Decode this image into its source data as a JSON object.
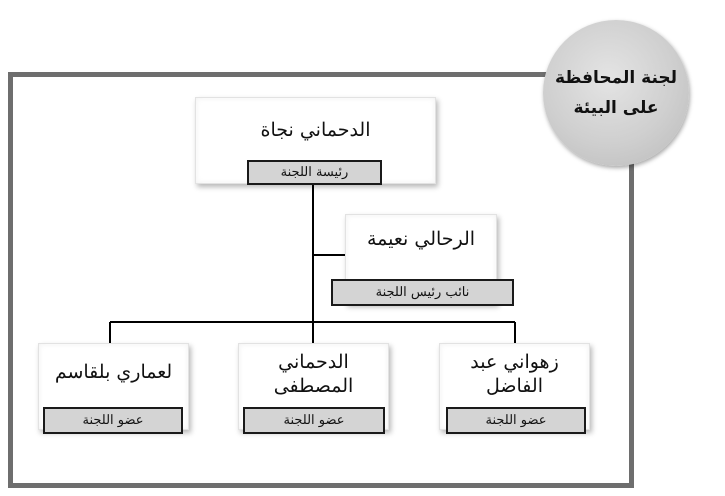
{
  "committee_title": "لجنة المحافظة\nعلى البيئة",
  "colors": {
    "frame": "#6e6e6e",
    "badge": "#cfcfcf",
    "role_fill": "#d4d4d4",
    "connector": "#000000"
  },
  "members": [
    {
      "name": "الدحماني نجاة",
      "role": "رئيسة اللجنة"
    },
    {
      "name": "الرحالي نعيمة",
      "role": "نائب رئيس اللجنة"
    },
    {
      "name": "لعماري بلقاسم",
      "role": "عضو اللجنة"
    },
    {
      "name": "الدحماني المصطفى",
      "role": "عضو اللجنة"
    },
    {
      "name": "زهواني عبد الفاضل",
      "role": "عضو اللجنة"
    }
  ]
}
